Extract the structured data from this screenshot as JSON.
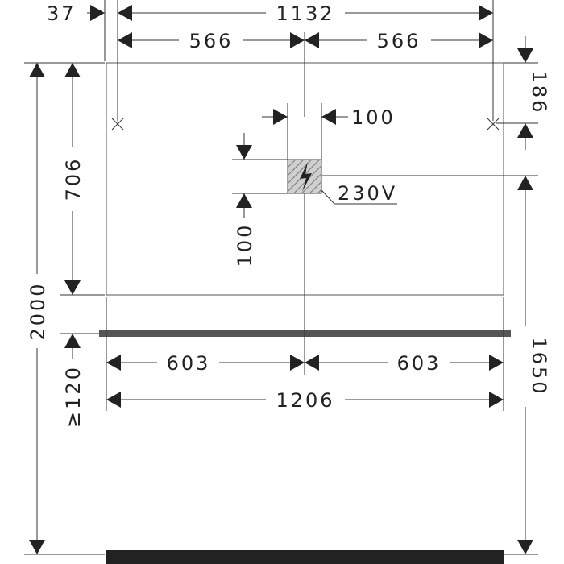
{
  "colors": {
    "ink": "#222222",
    "line": "#333333",
    "shelf": "#555555",
    "floor": "#222222",
    "hatch": "#777777",
    "outlet_fill": "#cfcfcf"
  },
  "icons": {
    "outlet": "lightning-bolt-icon",
    "mounting_point": "cross-mark-icon"
  },
  "dimensions": {
    "offset_left": "37",
    "total_mount_width": "1132",
    "half_mount_left": "566",
    "half_mount_right": "566",
    "outlet_width": "100",
    "outlet_height": "100",
    "voltage": "230V",
    "mount_height_from_top": "186",
    "mirror_height": "706",
    "total_height": "2000",
    "outlet_height_from_floor": "1650",
    "half_width_left": "603",
    "half_width_right": "603",
    "total_width": "1206",
    "gap_below": "≥120"
  }
}
